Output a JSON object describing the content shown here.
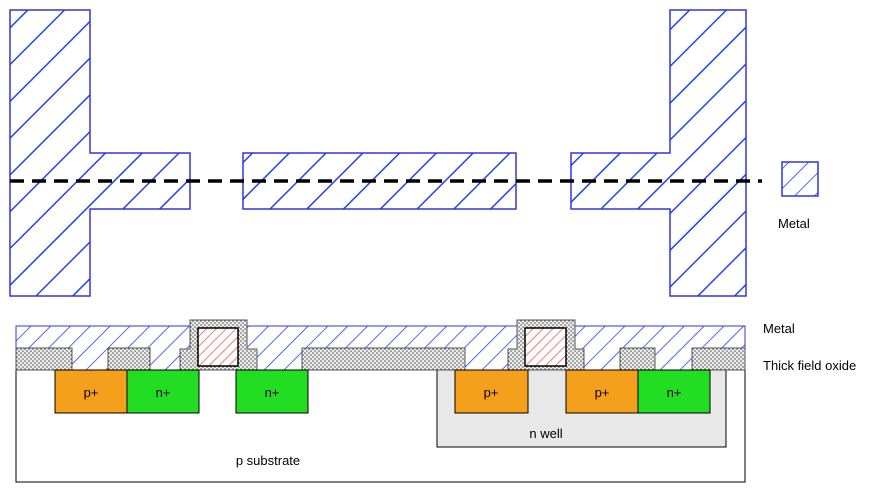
{
  "legend": {
    "metal_label": "Metal"
  },
  "cross_section": {
    "metal_label": "Metal",
    "oxide_label": "Thick field oxide",
    "substrate_label": "p substrate",
    "nwell_label": "n well",
    "diffusions": [
      {
        "label": "p+",
        "type": "p"
      },
      {
        "label": "n+",
        "type": "n"
      },
      {
        "label": "n+",
        "type": "n"
      },
      {
        "label": "p+",
        "type": "p"
      },
      {
        "label": "p+",
        "type": "p"
      },
      {
        "label": "n+",
        "type": "n"
      }
    ]
  },
  "colors": {
    "metal_outline": "#3333dd",
    "metal_hatch": "#2244ee",
    "p_plus": "#f5a01c",
    "n_plus": "#22dd22",
    "n_well": "#e8e8e8",
    "oxide": "#d8d8d8",
    "poly_hatch": "#ee4444",
    "cut_line": "#000000"
  }
}
